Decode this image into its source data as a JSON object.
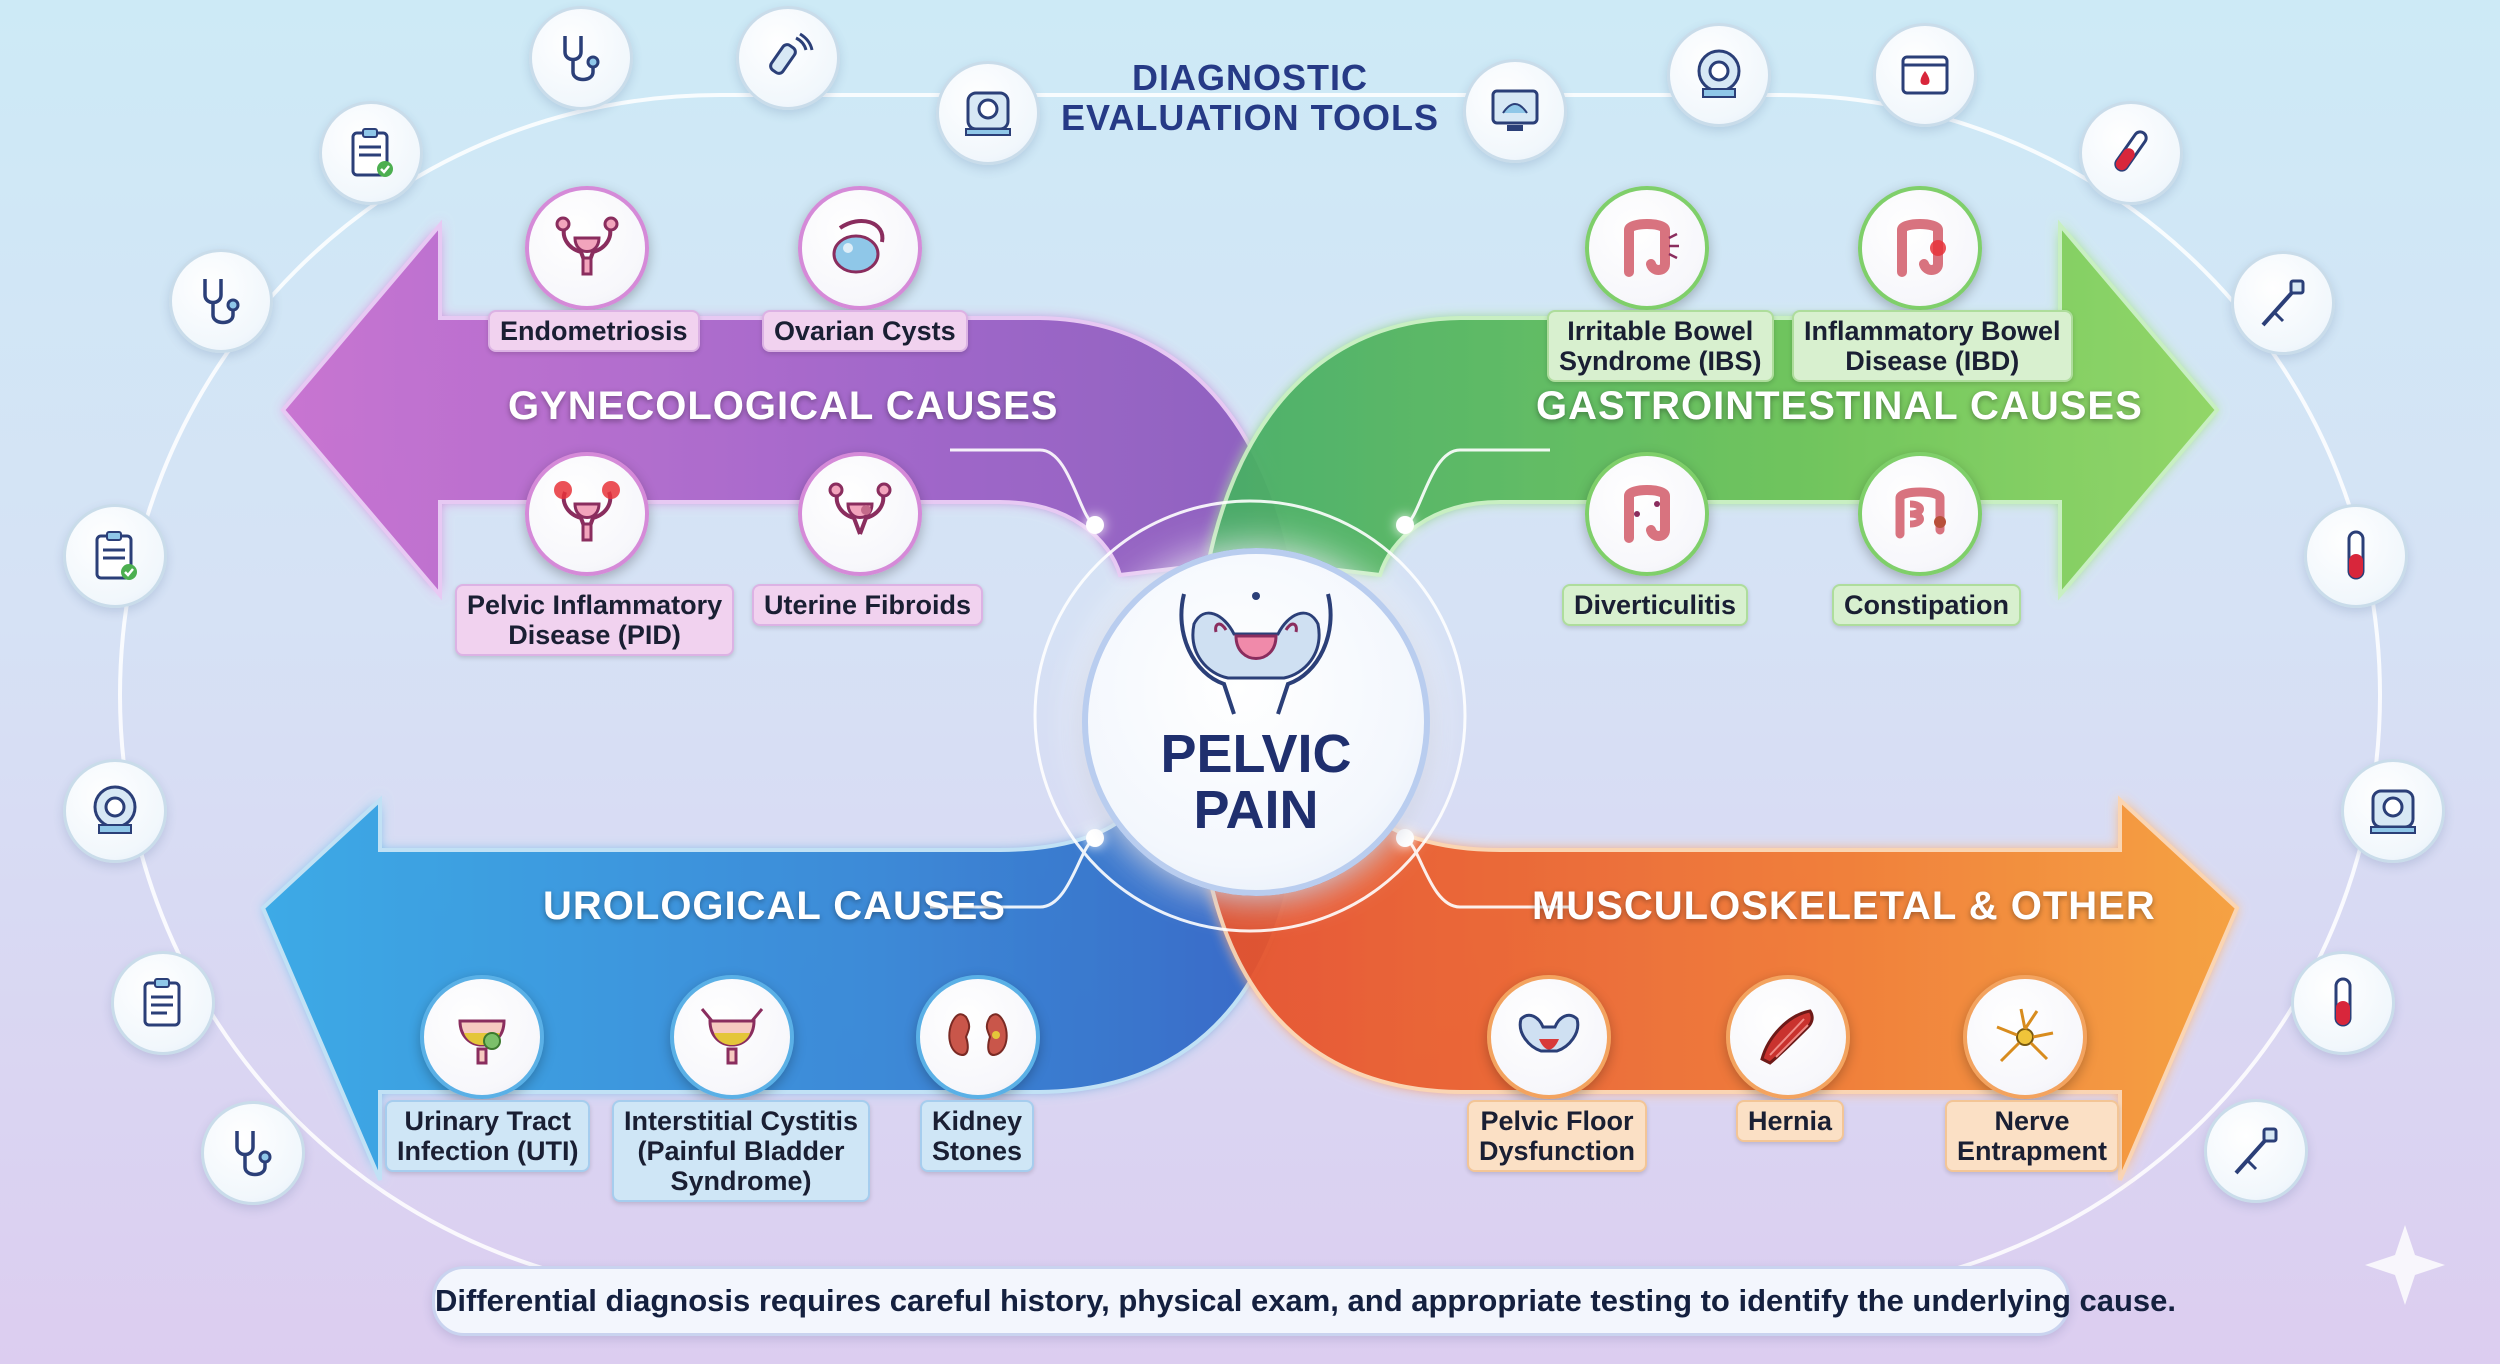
{
  "tools": {
    "title_line1": "DIAGNOSTIC",
    "title_line2": "EVALUATION TOOLS",
    "icons": [
      "stethoscope-icon",
      "ultrasound-probe-icon",
      "ct-scanner-icon",
      "ultrasound-monitor-icon",
      "mri-scanner-icon",
      "blood-test-icon",
      "test-tube-icon",
      "endoscope-icon",
      "test-tube-icon",
      "mri-scanner-icon",
      "test-tube-icon",
      "endoscope-icon",
      "stethoscope-icon",
      "checklist-icon",
      "mri-scanner-icon",
      "checklist-icon",
      "stethoscope-icon",
      "checklist-icon"
    ]
  },
  "center": {
    "line1": "PELVIC",
    "line2": "PAIN"
  },
  "categories": {
    "gynecological": {
      "title": "GYNECOLOGICAL CAUSES",
      "color": "#9b59b6",
      "conditions": [
        {
          "label": "Endometriosis",
          "icon": "uterus-icon"
        },
        {
          "label": "Ovarian Cysts",
          "icon": "ovary-cyst-icon"
        },
        {
          "label_line1": "Pelvic Inflammatory",
          "label_line2": "Disease (PID)",
          "icon": "inflamed-uterus-icon"
        },
        {
          "label": "Uterine Fibroids",
          "icon": "uterus-fibroid-icon"
        }
      ]
    },
    "gastrointestinal": {
      "title": "GASTROINTESTINAL CAUSES",
      "color": "#5cb85c",
      "conditions": [
        {
          "label_line1": "Irritable Bowel",
          "label_line2": "Syndrome (IBS)",
          "icon": "colon-icon"
        },
        {
          "label_line1": "Inflammatory Bowel",
          "label_line2": "Disease (IBD)",
          "icon": "inflamed-colon-icon"
        },
        {
          "label": "Diverticulitis",
          "icon": "colon-icon"
        },
        {
          "label": "Constipation",
          "icon": "intestine-icon"
        }
      ]
    },
    "urological": {
      "title": "UROLOGICAL CAUSES",
      "color": "#2f80d0",
      "conditions": [
        {
          "label_line1": "Urinary Tract",
          "label_line2": "Infection (UTI)",
          "icon": "bladder-bacteria-icon"
        },
        {
          "label_line1": "Interstitial Cystitis",
          "label_line2": "(Painful Bladder",
          "label_line3": "Syndrome)",
          "icon": "bladder-icon"
        },
        {
          "label_line1": "Kidney",
          "label_line2": "Stones",
          "icon": "kidney-icon"
        }
      ]
    },
    "musculoskeletal": {
      "title": "MUSCULOSKELETAL & OTHER",
      "color": "#f07a2c",
      "conditions": [
        {
          "label_line1": "Pelvic Floor",
          "label_line2": "Dysfunction",
          "icon": "pelvis-muscle-icon"
        },
        {
          "label": "Hernia",
          "icon": "muscle-icon"
        },
        {
          "label_line1": "Nerve",
          "label_line2": "Entrapment",
          "icon": "nerve-icon"
        }
      ]
    }
  },
  "footer": {
    "text": "Differential diagnosis requires careful history, physical exam, and appropriate testing to identify the underlying cause."
  }
}
